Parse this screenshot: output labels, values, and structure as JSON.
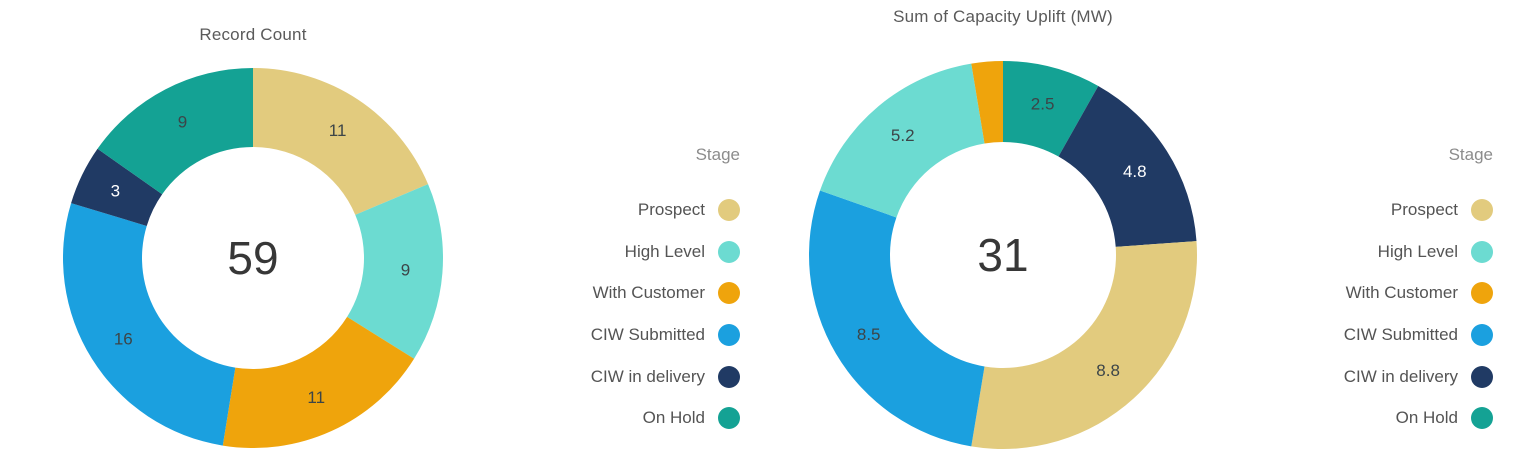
{
  "stage_colors": {
    "Prospect": "#E2CB7E",
    "High Level": "#6CDBD1",
    "With Customer": "#EFA40C",
    "CIW Submitted": "#1BA0DF",
    "CIW in delivery": "#203A64",
    "On Hold": "#14A294"
  },
  "legend": {
    "title": "Stage",
    "items": [
      {
        "label": "Prospect",
        "color": "#E2CB7E"
      },
      {
        "label": "High Level",
        "color": "#6CDBD1"
      },
      {
        "label": "With Customer",
        "color": "#EFA40C"
      },
      {
        "label": "CIW Submitted",
        "color": "#1BA0DF"
      },
      {
        "label": "CIW in delivery",
        "color": "#203A64"
      },
      {
        "label": "On Hold",
        "color": "#14A294"
      }
    ]
  },
  "chart_data": [
    {
      "type": "donut",
      "title": "Record Count",
      "center_total": "59",
      "legend_title": "Stage",
      "legend_position": "right",
      "start_angle_deg": 0,
      "direction": "clockwise",
      "categories": [
        "Prospect",
        "High Level",
        "With Customer",
        "CIW Submitted",
        "CIW in delivery",
        "On Hold"
      ],
      "values": [
        11,
        9,
        11,
        16,
        3,
        9
      ],
      "data_labels": [
        "11",
        "9",
        "11",
        "16",
        "3",
        "9"
      ],
      "label_colors": [
        "#3C4548",
        "#3C4548",
        "#3C4548",
        "#3C4548",
        "#FFFFFF",
        "#3C4548"
      ]
    },
    {
      "type": "donut",
      "title": "Sum of Capacity Uplift (MW)",
      "center_total": "31",
      "legend_title": "Stage",
      "legend_position": "right",
      "start_angle_deg": 0,
      "direction": "clockwise",
      "categories": [
        "On Hold",
        "CIW in delivery",
        "Prospect",
        "CIW Submitted",
        "High Level",
        "With Customer"
      ],
      "values": [
        2.5,
        4.8,
        8.8,
        8.5,
        5.2,
        0.8
      ],
      "data_labels": [
        "2.5",
        "4.8",
        "8.8",
        "8.5",
        "5.2",
        ""
      ],
      "label_colors": [
        "#3C4548",
        "#FFFFFF",
        "#3C4548",
        "#3C4548",
        "#3C4548",
        "#3C4548"
      ]
    }
  ]
}
